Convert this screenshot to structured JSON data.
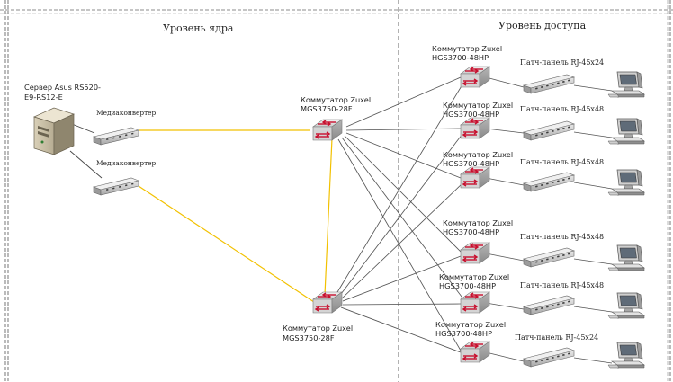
{
  "zones": {
    "core_title": "Уровень ядра",
    "access_title": "Уровень доступа"
  },
  "colors": {
    "fiber": "#f2c100",
    "copper": "#555555",
    "switch_red": "#c8102e",
    "divider": "#555555"
  },
  "server": {
    "label_line1": "Сервер Asus RS520-",
    "label_line2": "E9-RS12-E",
    "icon": "server-tower-icon"
  },
  "converters": [
    {
      "label": "Медиаконвертер",
      "icon": "media-converter-icon"
    },
    {
      "label": "Медиаконвертер",
      "icon": "media-converter-icon"
    }
  ],
  "core_switches": [
    {
      "label_line1": "Коммутатор Zuxel",
      "label_line2": "MGS3750-28F",
      "icon": "network-switch-icon"
    },
    {
      "label_line1": "Коммутатор Zuxel",
      "label_line2": "MGS3750-28F",
      "icon": "network-switch-icon"
    }
  ],
  "access_rows": [
    {
      "switch_line1": "Коммутатор Zuxel",
      "switch_line2": "HGS3700-48HP",
      "panel": "Патч-панель RJ-45x24"
    },
    {
      "switch_line1": "Коммутатор Zuxel",
      "switch_line2": "HGS3700-48HP",
      "panel": "Патч-панель RJ-45x48"
    },
    {
      "switch_line1": "Коммутатор Zuxel",
      "switch_line2": "HGS3700-48HP",
      "panel": "Патч-панель RJ-45x48"
    },
    {
      "switch_line1": "Коммутатор Zuxel",
      "switch_line2": "HGS3700-48HP",
      "panel": "Патч-панель RJ-45x48"
    },
    {
      "switch_line1": "Коммутатор Zuxel",
      "switch_line2": "HGS3700-48HP",
      "panel": "Патч-панель RJ-45x48"
    },
    {
      "switch_line1": "Коммутатор Zuxel",
      "switch_line2": "HGS3700-48HP",
      "panel": "Патч-панель RJ-45x24"
    }
  ],
  "workstation_icon": "desktop-computer-icon",
  "patch_panel_icon": "patch-panel-icon"
}
